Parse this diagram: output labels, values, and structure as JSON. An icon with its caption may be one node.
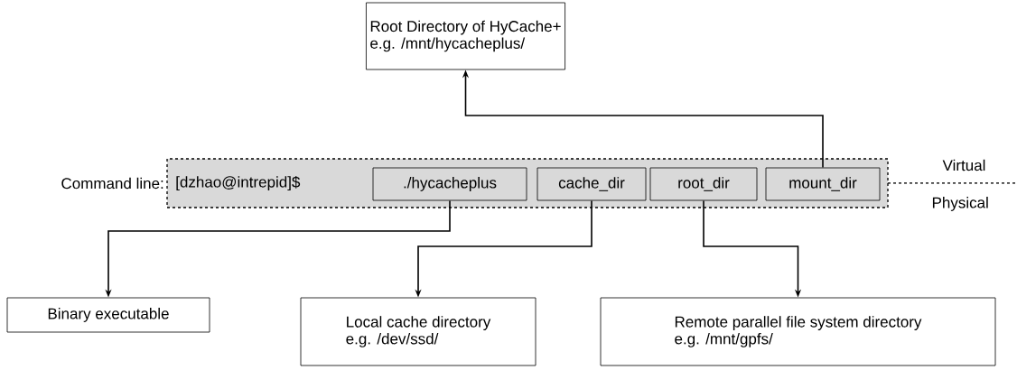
{
  "diagram": {
    "nodes": [
      {
        "text": [
          "Root Directory of HyCache+",
          "e.g. /mnt/hycacheplus/"
        ]
      },
      {
        "text": [
          "Command line:",
          "[dzhao@intrepid]$"
        ]
      },
      {
        "text": [
          "./hycacheplus"
        ],
        "in": 1
      },
      {
        "text": [
          "cache_dir"
        ],
        "in": 1
      },
      {
        "text": [
          "root_dir"
        ],
        "in": 1
      },
      {
        "text": [
          "mount_dir"
        ],
        "in": 1
      },
      {
        "text": [
          "Binary executable"
        ]
      },
      {
        "text": [
          "Local cache directory",
          "e.g. /dev/ssd/"
        ]
      },
      {
        "text": [
          "Remote parallel file system directory",
          "e.g. /mnt/gpfs/"
        ]
      }
    ],
    "edges": [
      {
        "from": 5,
        "to": 0,
        "arrow": "to"
      },
      {
        "from": 2,
        "to": 6,
        "arrow": "to"
      },
      {
        "from": 3,
        "to": 7,
        "arrow": "to"
      },
      {
        "from": 4,
        "to": 8,
        "arrow": "to"
      }
    ],
    "labels": [
      "Virtual",
      "Physical"
    ]
  }
}
